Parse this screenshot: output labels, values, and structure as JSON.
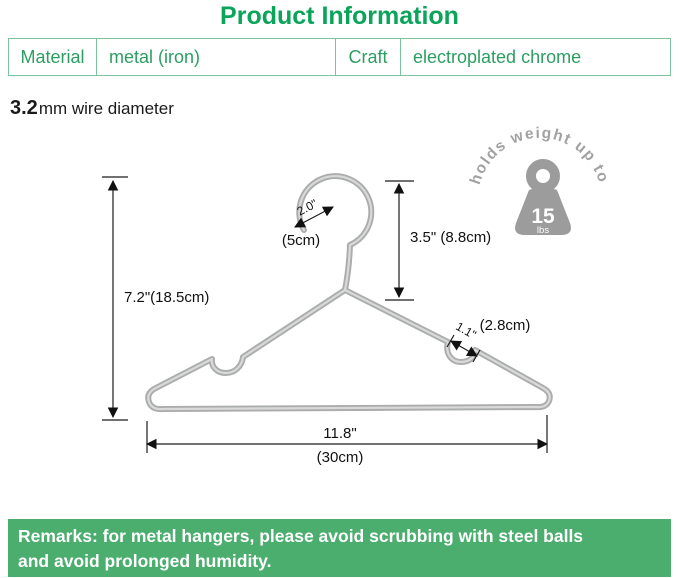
{
  "title": "Product Information",
  "table": {
    "cells": [
      {
        "label": "Material"
      },
      {
        "label": "metal (iron)"
      },
      {
        "label": "Craft"
      },
      {
        "label": "electroplated chrome"
      }
    ]
  },
  "wire": {
    "value": "3.2",
    "unit_text": "mm wire diameter"
  },
  "diagram": {
    "total_height": "7.2\"(18.5cm)",
    "hook_height": "3.5\" (8.8cm)",
    "hook_width_in": "2.0\"",
    "hook_width_cm": "(5cm)",
    "notch_cm": "(2.8cm)",
    "notch_in": "1.1\"",
    "width_in": "11.8\"",
    "width_cm": "(30cm)"
  },
  "weight": {
    "arc_text": "holds weight up to",
    "value": "15",
    "unit": "lbs"
  },
  "remarks": {
    "line1": "Remarks: for metal hangers, please avoid scrubbing with steel balls",
    "line2": "and avoid prolonged humidity."
  },
  "colors": {
    "green": "#0aa45a",
    "table_border": "#7cc49b",
    "table_text": "#2d9e62",
    "banner": "#4bae6e"
  }
}
